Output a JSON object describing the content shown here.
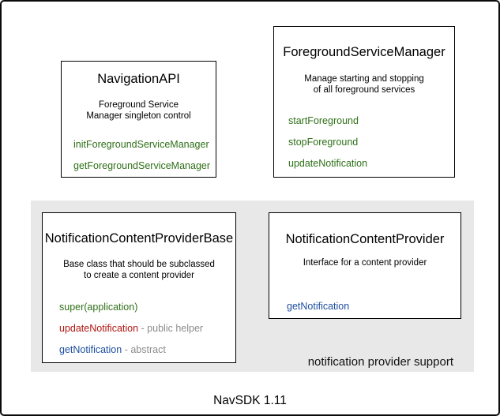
{
  "colors": {
    "green": "#2e7017",
    "red": "#b01712",
    "blue": "#1d4e9e",
    "gray": "#8c8c8c",
    "panel_background": "#e9e8e8"
  },
  "boxes": [
    {
      "title": "NavigationAPI",
      "desc": [
        "Foreground Service",
        "Manager singleton control"
      ],
      "methods": [
        {
          "name": "initForegroundServiceManager",
          "color": "green"
        },
        {
          "name": "getForegroundServiceManager",
          "color": "green"
        }
      ]
    },
    {
      "title": "ForegroundServiceManager",
      "desc": [
        "Manage starting and stopping",
        "of all foreground services"
      ],
      "methods": [
        {
          "name": "startForeground",
          "color": "green"
        },
        {
          "name": "stopForeground",
          "color": "green"
        },
        {
          "name": "updateNotification",
          "color": "green"
        }
      ]
    },
    {
      "title": "NotificationContentProviderBase",
      "desc": [
        "Base class that should be subclassed",
        "to create a content provider"
      ],
      "methods": [
        {
          "name": "super(application)",
          "color": "green"
        },
        {
          "name": "updateNotification",
          "color": "red",
          "suffix": " - public helper"
        },
        {
          "name": "getNotification",
          "color": "blue",
          "suffix": " - abstract"
        }
      ]
    },
    {
      "title": "NotificationContentProvider",
      "desc": [
        "Interface for a content provider"
      ],
      "methods": [
        {
          "name": "getNotification",
          "color": "blue"
        }
      ]
    }
  ],
  "panel_label": "notification provider support",
  "footer_label": "NavSDK 1.11"
}
